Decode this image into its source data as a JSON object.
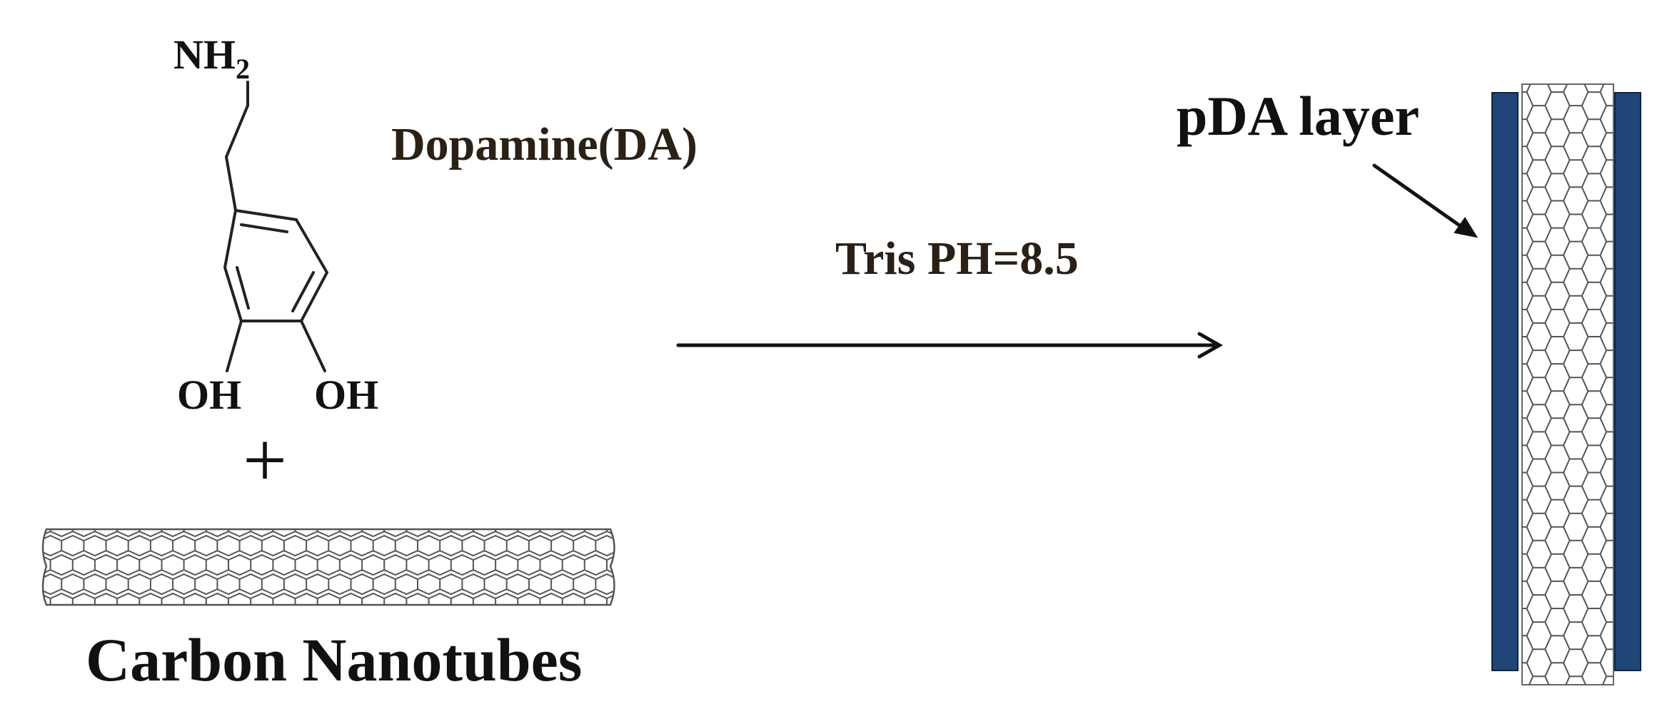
{
  "molecule": {
    "name": "Dopamine(DA)",
    "amine_group": {
      "symbol": "NH",
      "subscript": "2"
    },
    "hydroxyl_left": "OH",
    "hydroxyl_right": "OH"
  },
  "plus_symbol": "+",
  "substrate": {
    "label": "Carbon Nanotubes"
  },
  "reaction": {
    "condition": "Tris PH=8.5"
  },
  "product": {
    "layer_label": "pDA layer"
  },
  "colors": {
    "pda_layer": "#1f4676",
    "lattice_stroke": "#555555",
    "bond": "#222222",
    "text": "#111111"
  }
}
